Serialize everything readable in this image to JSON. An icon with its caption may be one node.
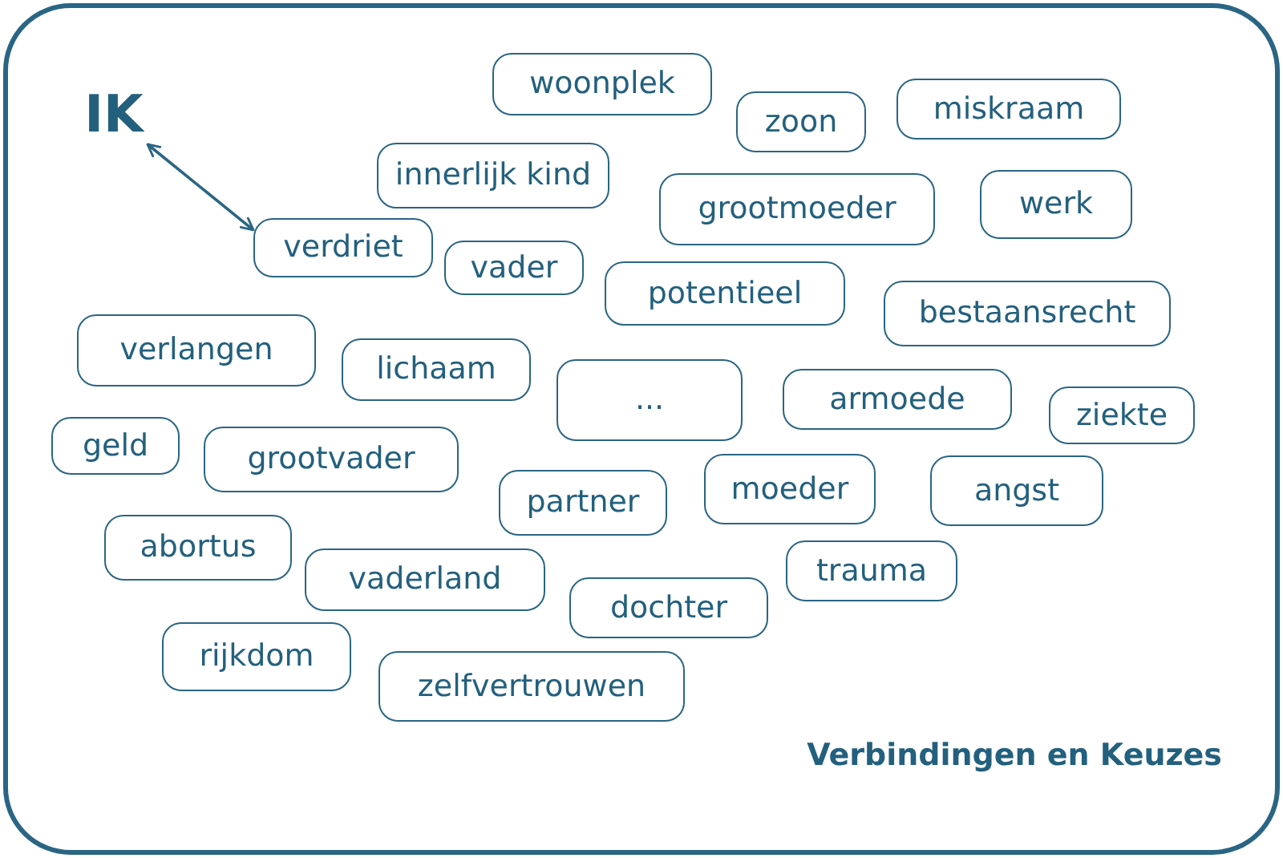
{
  "diagram": {
    "title": "Verbindingen en Keuzes",
    "nodes": [
      {
        "text": [
          "IK"
        ]
      },
      {
        "text": [
          "woonplek"
        ]
      },
      {
        "text": [
          "zoon"
        ]
      },
      {
        "text": [
          "miskraam"
        ]
      },
      {
        "text": [
          "innerlijk kind"
        ]
      },
      {
        "text": [
          "grootmoeder"
        ]
      },
      {
        "text": [
          "werk"
        ]
      },
      {
        "text": [
          "verdriet"
        ]
      },
      {
        "text": [
          "vader"
        ]
      },
      {
        "text": [
          "potentieel"
        ]
      },
      {
        "text": [
          "bestaansrecht"
        ]
      },
      {
        "text": [
          "verlangen"
        ]
      },
      {
        "text": [
          "lichaam"
        ]
      },
      {
        "text": [
          "..."
        ]
      },
      {
        "text": [
          "armoede"
        ]
      },
      {
        "text": [
          "ziekte"
        ]
      },
      {
        "text": [
          "geld"
        ]
      },
      {
        "text": [
          "grootvader"
        ]
      },
      {
        "text": [
          "partner"
        ]
      },
      {
        "text": [
          "moeder"
        ]
      },
      {
        "text": [
          "angst"
        ]
      },
      {
        "text": [
          "abortus"
        ]
      },
      {
        "text": [
          "vaderland"
        ]
      },
      {
        "text": [
          "trauma"
        ]
      },
      {
        "text": [
          "dochter"
        ]
      },
      {
        "text": [
          "rijkdom"
        ]
      },
      {
        "text": [
          "zelfvertrouwen"
        ]
      }
    ],
    "edges": [
      {
        "from": 0,
        "to": 7,
        "arrow": "both"
      }
    ]
  }
}
